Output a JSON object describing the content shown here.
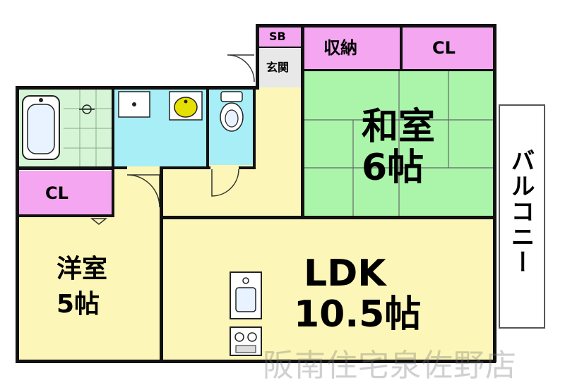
{
  "rooms": {
    "sb": "SB",
    "storage": "収納",
    "cl_top": "CL",
    "entrance": "玄関",
    "washitsu_name": "和室",
    "washitsu_size": "6帖",
    "balcony": "バルコニー",
    "cl_left": "CL",
    "youshitsu_name": "洋室",
    "youshitsu_size": "5帖",
    "ldk_name": "LDK",
    "ldk_size": "10.5帖"
  },
  "watermark": "阪南住宅泉佐野店",
  "colors": {
    "pink": "#f4a6f0",
    "green": "#aaf5aa",
    "yellow": "#fcf7b8",
    "cyan": "#a8eef6",
    "bath": "#d6f5d6",
    "gray": "#e8e8e8",
    "wall": "#111111"
  }
}
